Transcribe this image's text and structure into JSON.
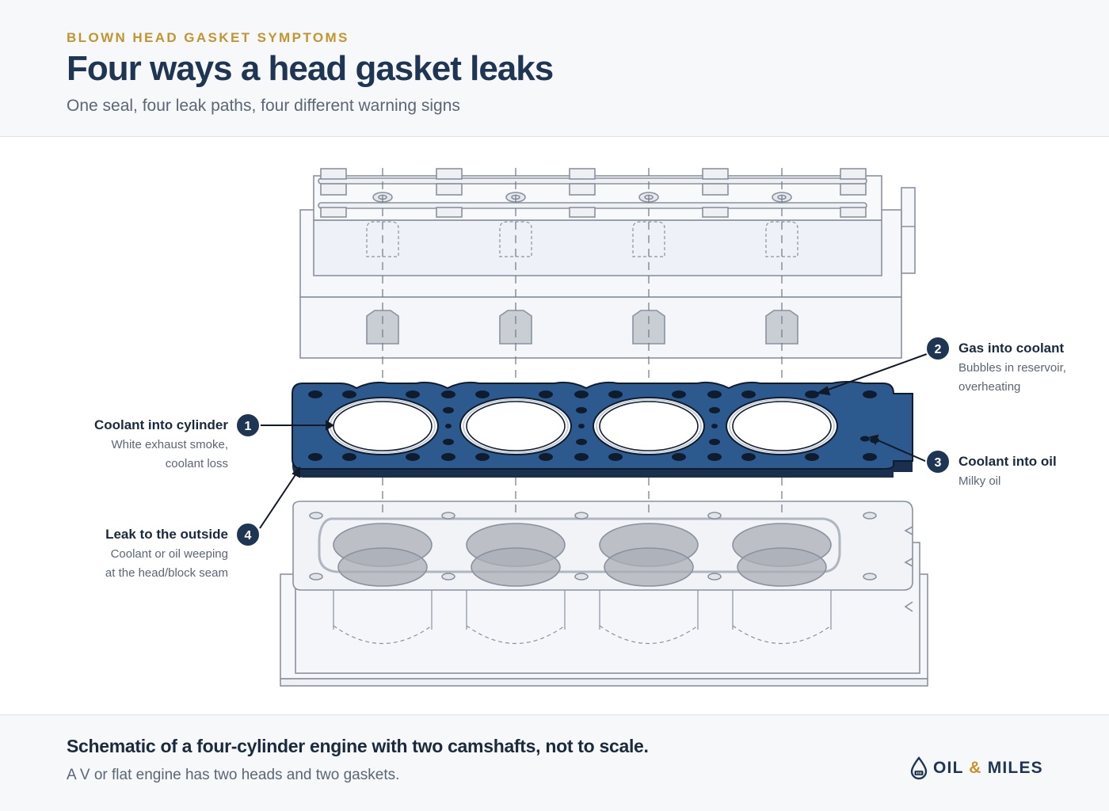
{
  "header": {
    "eyebrow": "BLOWN HEAD GASKET SYMPTOMS",
    "title": "Four ways a head gasket leaks",
    "subtitle": "One seal, four leak paths, four different warning signs"
  },
  "callouts": [
    {
      "number": "1",
      "title": "Coolant into cylinder",
      "lines": [
        "White exhaust smoke,",
        "coolant loss"
      ]
    },
    {
      "number": "2",
      "title": "Gas into coolant",
      "lines": [
        "Bubbles in reservoir,",
        "overheating"
      ]
    },
    {
      "number": "3",
      "title": "Coolant into oil",
      "lines": [
        "Milky oil"
      ]
    },
    {
      "number": "4",
      "title": "Leak to the outside",
      "lines": [
        "Coolant or oil weeping",
        "at the head/block seam"
      ]
    }
  ],
  "footer": {
    "caption": "Schematic of a four-cylinder engine with two camshafts, not to scale.",
    "note": "A V or flat engine has two heads and two gaskets."
  },
  "brand": {
    "name_left": "OIL",
    "amp": "&",
    "name_right": "MILES",
    "icon": "oil-drop-icon"
  },
  "colors": {
    "navy": "#1e3553",
    "gold": "#c4952f",
    "gasket": "#2d5a8e",
    "gasket_dark": "#1d3f66",
    "line": "#8a929e"
  }
}
